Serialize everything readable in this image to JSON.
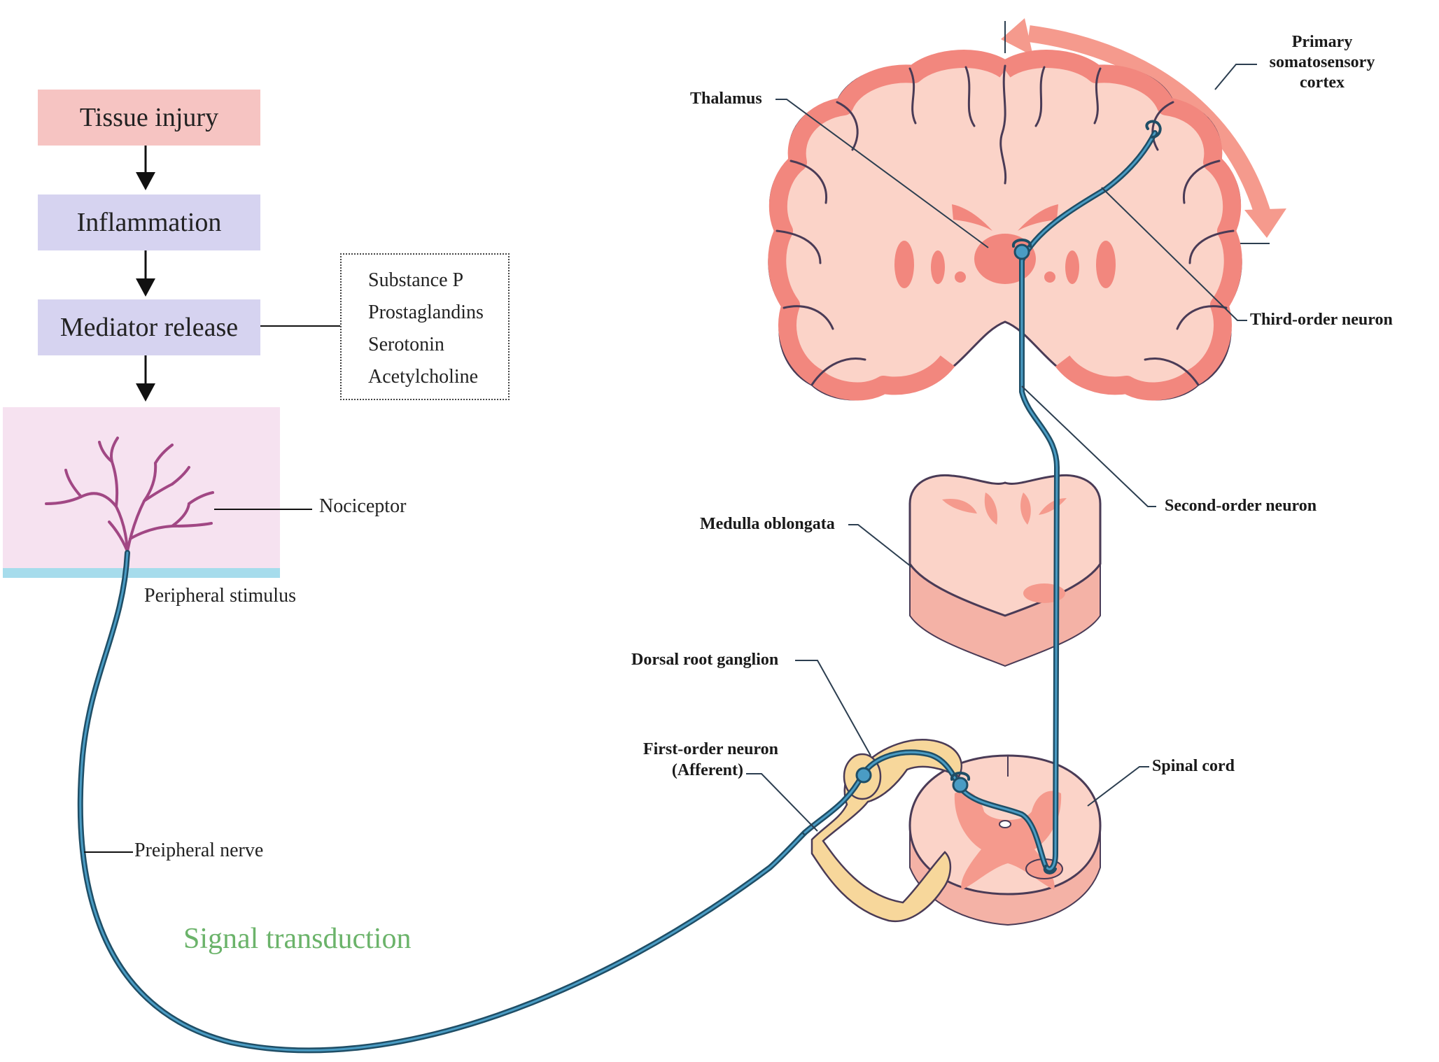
{
  "flowchart": {
    "steps": [
      {
        "label": "Tissue injury",
        "fill": "#f6c4c2"
      },
      {
        "label": "Inflammation",
        "fill": "#d6d3f0"
      },
      {
        "label": "Mediator release",
        "fill": "#d6d3f0"
      }
    ],
    "mediators": [
      "Substance P",
      "Prostaglandins",
      "Serotonin",
      "Acetylcholine"
    ]
  },
  "peripheral_labels": {
    "nociceptor": "Nociceptor",
    "peripheral_stimulus": "Peripheral stimulus",
    "peripheral_nerve": "Preipheral nerve",
    "signal_transduction": "Signal transduction"
  },
  "anatomy_labels": {
    "thalamus": "Thalamus",
    "cortex": "Primary somatosensory cortex",
    "third_order": "Third-order neuron",
    "second_order": "Second-order neuron",
    "medulla": "Medulla oblongata",
    "drg": "Dorsal root ganglion",
    "first_order": "First-order neuron",
    "afferent": "(Afferent)",
    "spinal_cord": "Spinal cord"
  },
  "colors": {
    "neuron": "#2f6f93",
    "neuron_light": "#4a9cc4",
    "brain_fill": "#fbd3c8",
    "brain_cortex": "#f2877e",
    "brain_outline": "#4a3b56",
    "ganglion": "#f7d79b",
    "nociceptor": "#a14784",
    "skin_fill": "#f6e2f0",
    "skin_edge": "#a6dcec",
    "signal_text": "#6bb36a"
  }
}
